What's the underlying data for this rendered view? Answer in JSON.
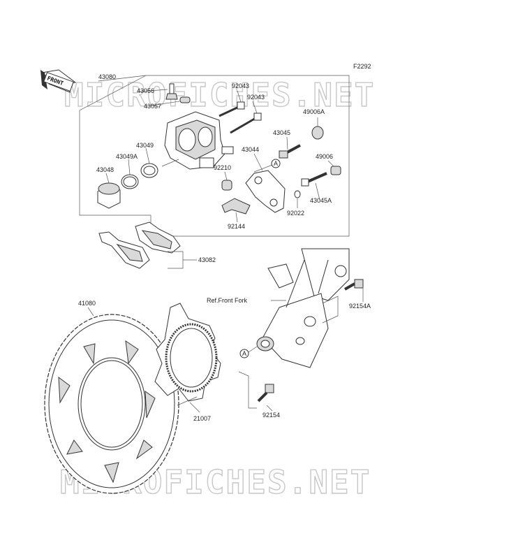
{
  "figure_code": "F2292",
  "front_arrow_label": "FRONT",
  "watermark": "MICROFICHES.NET",
  "reference_label": "Ref.Front Fork",
  "callout_letter": "A",
  "parts": {
    "caliper_assy": "43080",
    "bleeder_valve": "43056",
    "bleeder_cap": "43057",
    "pin_upper": "92043",
    "pin_lower": "92043",
    "piston_seal": "43049",
    "dust_seal": "43049A",
    "piston": "43048",
    "boot_a": "49006A",
    "holder_pin": "43045",
    "bracket": "43044",
    "boot": "49006",
    "collar": "92210",
    "holder_pin_a": "43045A",
    "oring": "92022",
    "spring": "92144",
    "pad_set": "43082",
    "disc": "41080",
    "bolt_a": "92154A",
    "sensor_rotor": "21007",
    "bolt": "92154"
  }
}
